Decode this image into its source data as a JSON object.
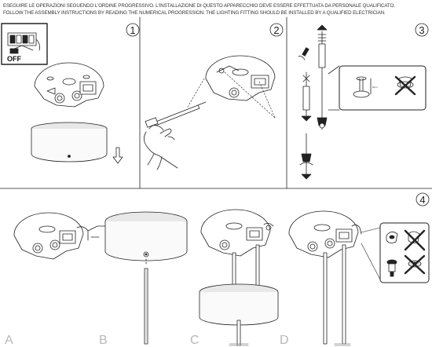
{
  "instructions": {
    "line_it": "ESEGUIRE LE OPERAZIONI SEGUENDO L'ORDINE PROGRESSIVO. L'INSTALLAZIONE DI QUESTO APPARECCHIO DEVE ESSERE EFFETTUATA DA PERSONALE QUALIFICATO.",
    "line_en": "FOLLOW THE ASSEMBLY INSTRUCTIONS BY READING THE NUMERICAL PROGRESSION. THE LIGHTING FITTING SHOULD BE INSTALLED BY A QUALIFIED ELECTRICIAN."
  },
  "switch_label": "OFF",
  "steps": [
    "1",
    "2",
    "3",
    "4"
  ],
  "sub_steps": [
    "A",
    "B",
    "C",
    "D"
  ],
  "colors": {
    "line": "#222222",
    "shade": "#d9d9d9",
    "light_letter": "#b8b8b8"
  },
  "icons": [
    "breaker-switch-icon",
    "down-arrow-icon",
    "screwdriver-icon",
    "hand-icon",
    "wall-plug-icon",
    "crossed-out-icon",
    "ceiling-plate-icon",
    "cable-icon"
  ]
}
